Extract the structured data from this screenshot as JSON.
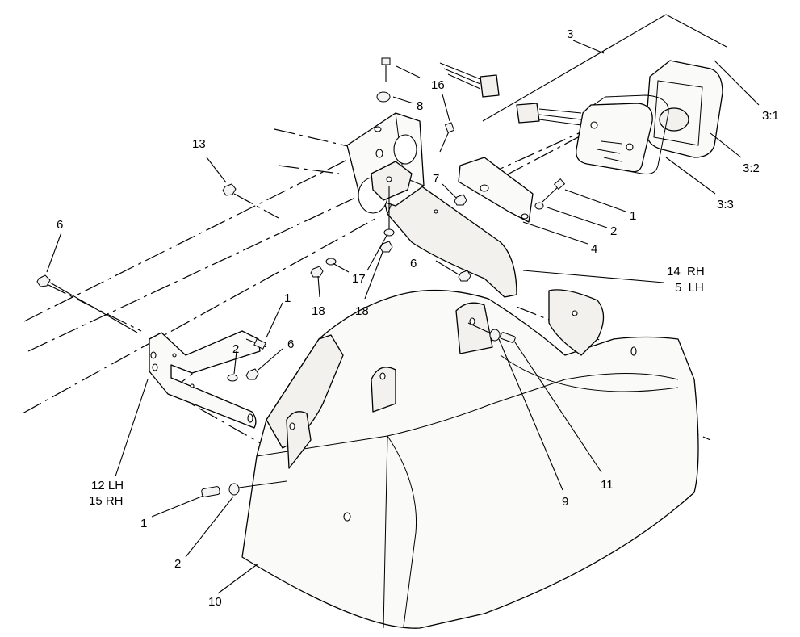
{
  "callouts": {
    "c3": "3",
    "c3_1": "3:1",
    "c3_2": "3:2",
    "c3_3": "3:3",
    "c16": "16",
    "c8": "8",
    "c13": "13",
    "c7": "7",
    "c1_top": "1",
    "c2_top": "2",
    "c4": "4",
    "c14": "14  RH",
    "c5": "5  LH",
    "c6_right": "6",
    "c6_left": "6",
    "c17": "17",
    "c18_a": "18",
    "c18_b": "18",
    "c1_mid": "1",
    "c2_mid": "2",
    "c6_mid": "6",
    "c12": "12 LH",
    "c15": "15 RH",
    "c1_bottom": "1",
    "c2_bottom": "2",
    "c10": "10",
    "c9": "9",
    "c11": "11"
  }
}
